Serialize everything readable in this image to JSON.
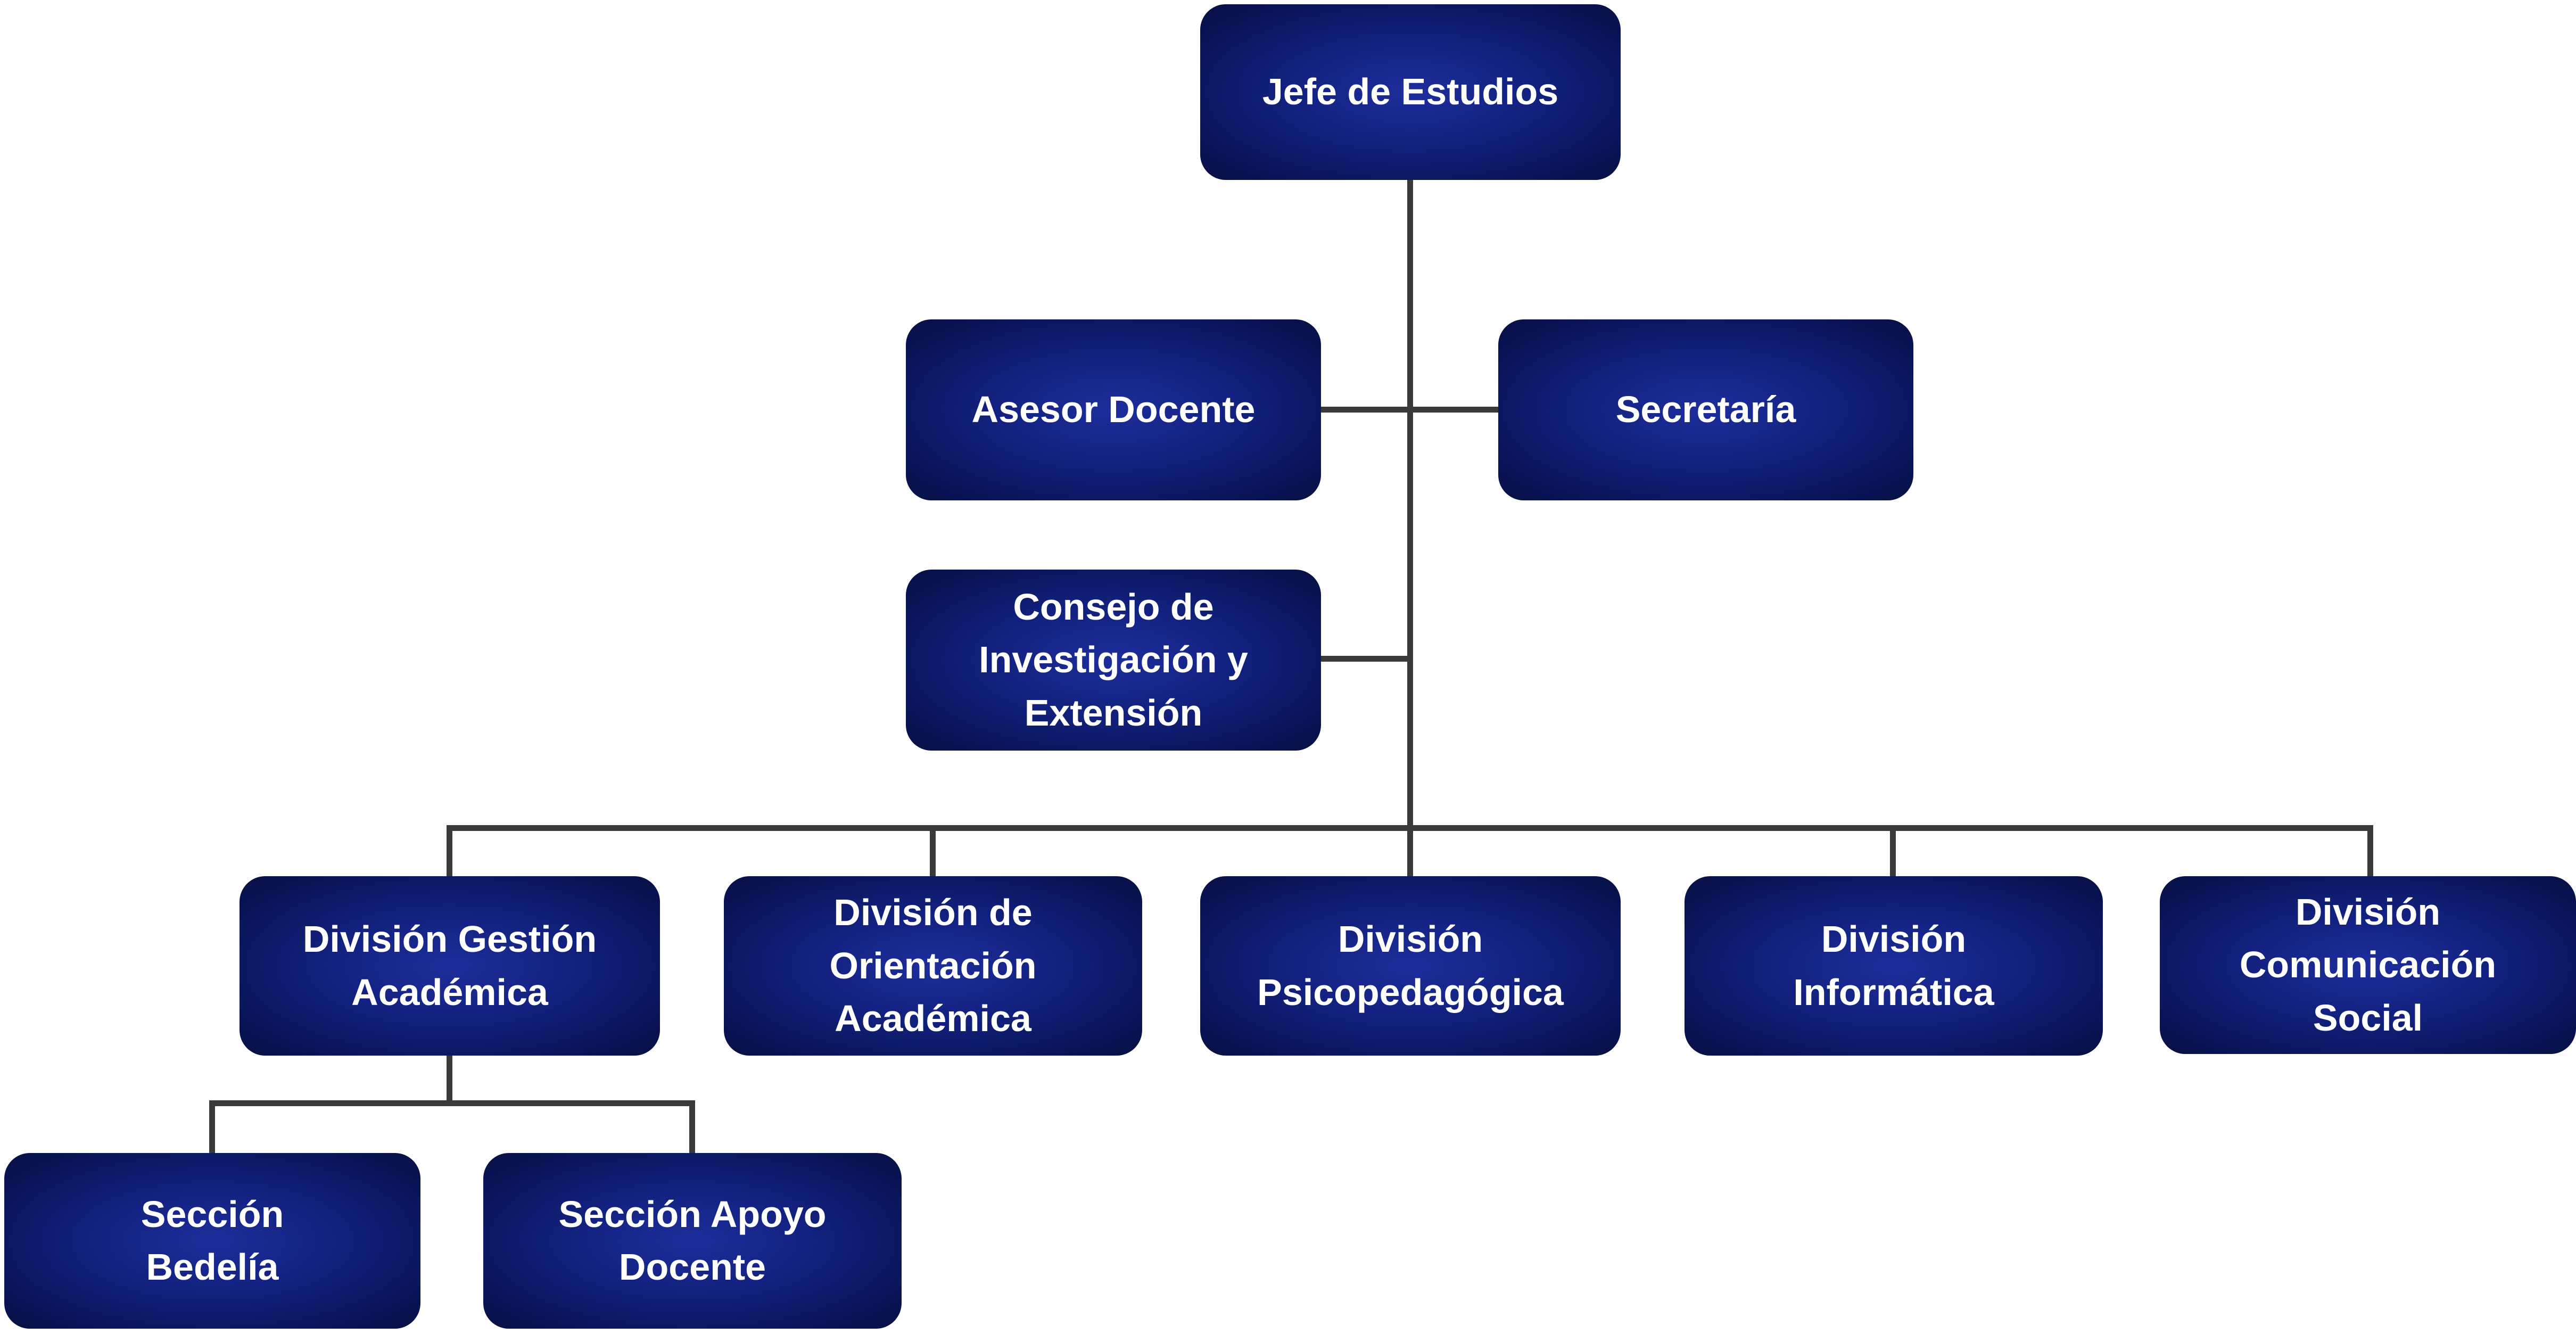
{
  "theme": {
    "box_gradient_center": "#1d2e9c",
    "box_gradient_mid": "#12217e",
    "box_gradient_edge": "#081250",
    "box_text_color": "#ffffff",
    "connector_color": "#3a3a3a",
    "background": "#ffffff"
  },
  "org_chart": {
    "nodes": {
      "jefe": {
        "label": "Jefe de Estudios",
        "level": 1
      },
      "asesor": {
        "label": "Asesor Docente",
        "level": 2
      },
      "secretaria": {
        "label": "Secretaría",
        "level": 2
      },
      "consejo": {
        "label": "Consejo de\nInvestigación y\nExtensión",
        "level": 2
      },
      "gestion": {
        "label": "División Gestión\nAcadémica",
        "level": 3
      },
      "orientacion": {
        "label": "División de\nOrientación\nAcadémica",
        "level": 3
      },
      "psicopedagogica": {
        "label": "División\nPsicopedagógica",
        "level": 3
      },
      "informatica": {
        "label": "División\nInformática",
        "level": 3
      },
      "comunicacion": {
        "label": "División\nComunicación\nSocial",
        "level": 3
      },
      "bedelia": {
        "label": "Sección\nBedelía",
        "level": 4
      },
      "apoyo": {
        "label": "Sección Apoyo\nDocente",
        "level": 4
      }
    },
    "edges": [
      {
        "from": "jefe",
        "to": "asesor"
      },
      {
        "from": "jefe",
        "to": "secretaria"
      },
      {
        "from": "jefe",
        "to": "consejo"
      },
      {
        "from": "jefe",
        "to": "gestion"
      },
      {
        "from": "jefe",
        "to": "orientacion"
      },
      {
        "from": "jefe",
        "to": "psicopedagogica"
      },
      {
        "from": "jefe",
        "to": "informatica"
      },
      {
        "from": "jefe",
        "to": "comunicacion"
      },
      {
        "from": "gestion",
        "to": "bedelia"
      },
      {
        "from": "gestion",
        "to": "apoyo"
      }
    ]
  }
}
